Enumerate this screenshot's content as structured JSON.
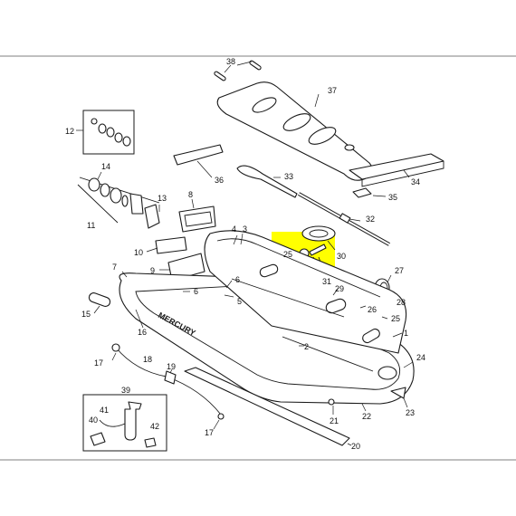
{
  "diagram": {
    "brand_text": "MERCURY",
    "highlight_color": "#ffff00",
    "callouts": {
      "c1": "1",
      "c2": "2",
      "c3": "3",
      "c4": "4",
      "c5": "5",
      "c6a": "6",
      "c6b": "6",
      "c7": "7",
      "c8": "8",
      "c9": "9",
      "c10": "10",
      "c11": "11",
      "c12": "12",
      "c13": "13",
      "c14": "14",
      "c15": "15",
      "c16": "16",
      "c17a": "17",
      "c17b": "17",
      "c18": "18",
      "c19": "19",
      "c20": "20",
      "c21": "21",
      "c22": "22",
      "c23": "23",
      "c24": "24",
      "c25a": "25",
      "c25b": "25",
      "c26": "26",
      "c27": "27",
      "c28": "28",
      "c29": "29",
      "c30": "30",
      "c31": "31",
      "c32": "32",
      "c33": "33",
      "c34": "34",
      "c35": "35",
      "c36": "36",
      "c37": "37",
      "c38": "38",
      "c39": "39",
      "c40": "40",
      "c41": "41",
      "c42": "42"
    }
  }
}
